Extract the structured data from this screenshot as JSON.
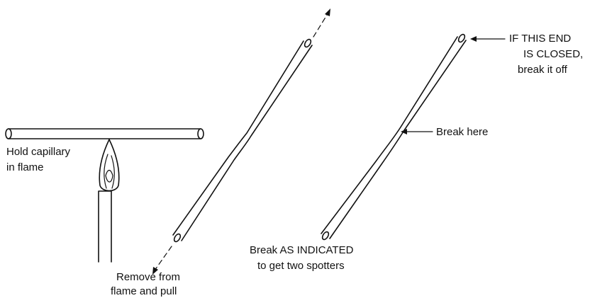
{
  "labels": {
    "hold_line1": "Hold capillary",
    "hold_line2": "in flame",
    "remove_line1": "Remove from",
    "remove_line2": "flame and pull",
    "closed_line1": "IF THIS END",
    "closed_line2": "IS CLOSED,",
    "closed_line3": "break it off",
    "break_here": "Break here",
    "indicated_line1": "Break AS INDICATED",
    "indicated_line2": "to get two spotters"
  }
}
